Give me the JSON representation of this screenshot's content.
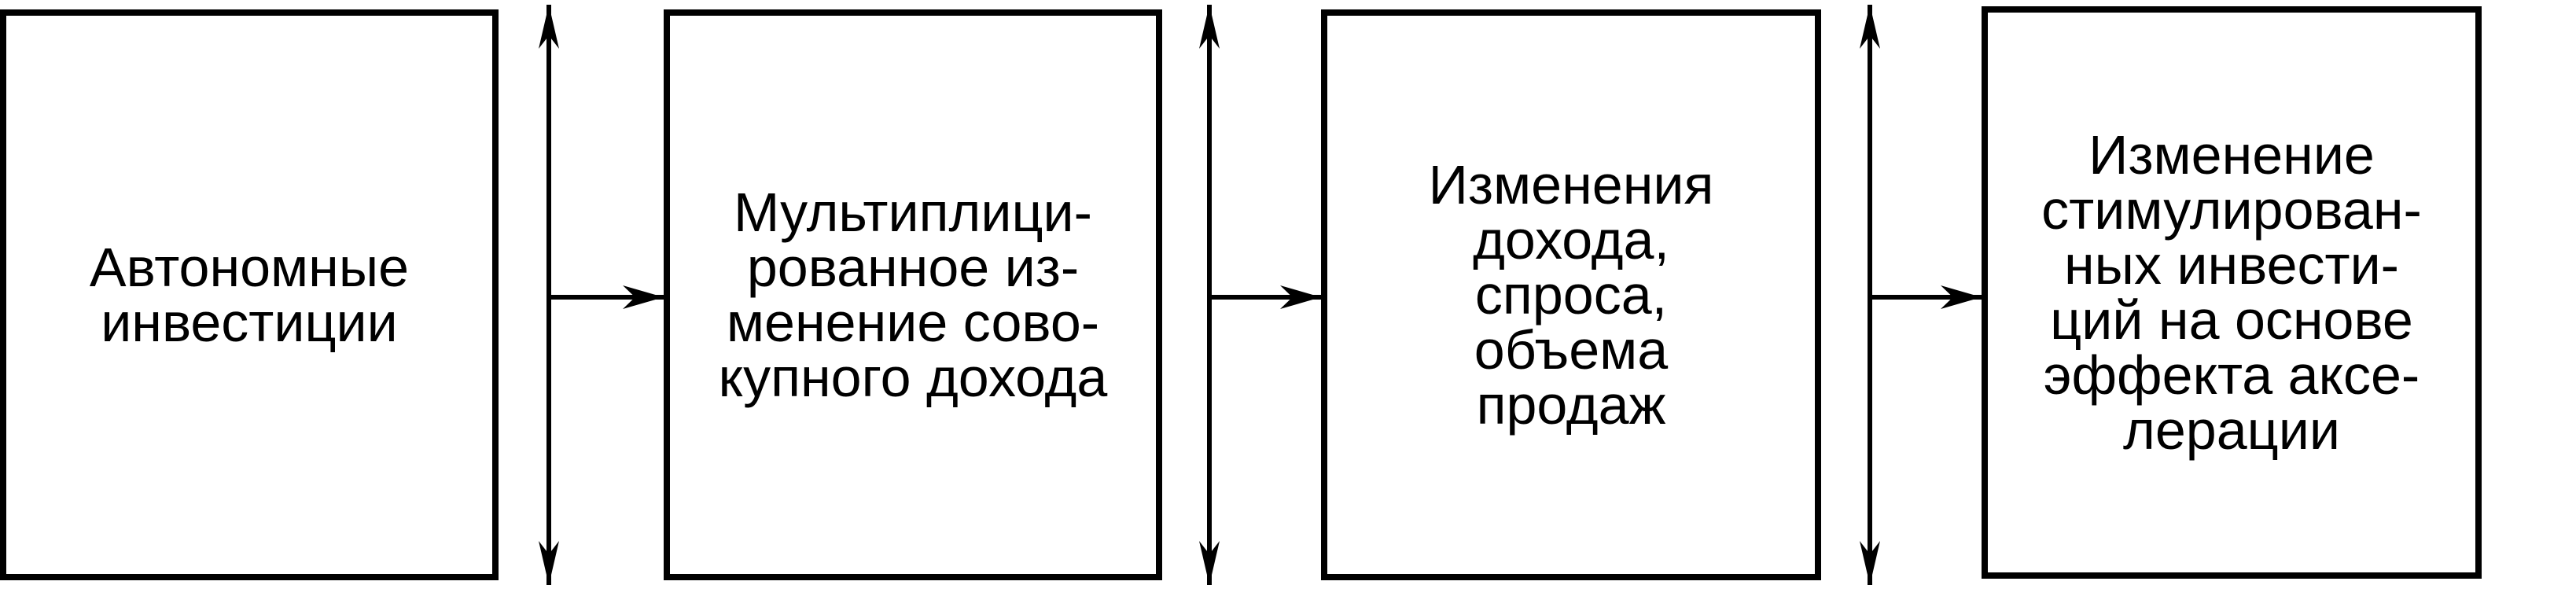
{
  "colors": {
    "stroke": "#000000",
    "background": "#ffffff"
  },
  "boxes": [
    {
      "text": "Автономные\nинвестиции"
    },
    {
      "text": "Мультиплици-\nрованное из-\nменение сово-\nкупного дохода"
    },
    {
      "text": "Изменения\nдохода,\nспроса,\nобъема\nпродаж"
    },
    {
      "text": "Изменение\nстимулирован-\nных инвести-\nций на основе\nэффекта аксе-\nлерации"
    }
  ]
}
